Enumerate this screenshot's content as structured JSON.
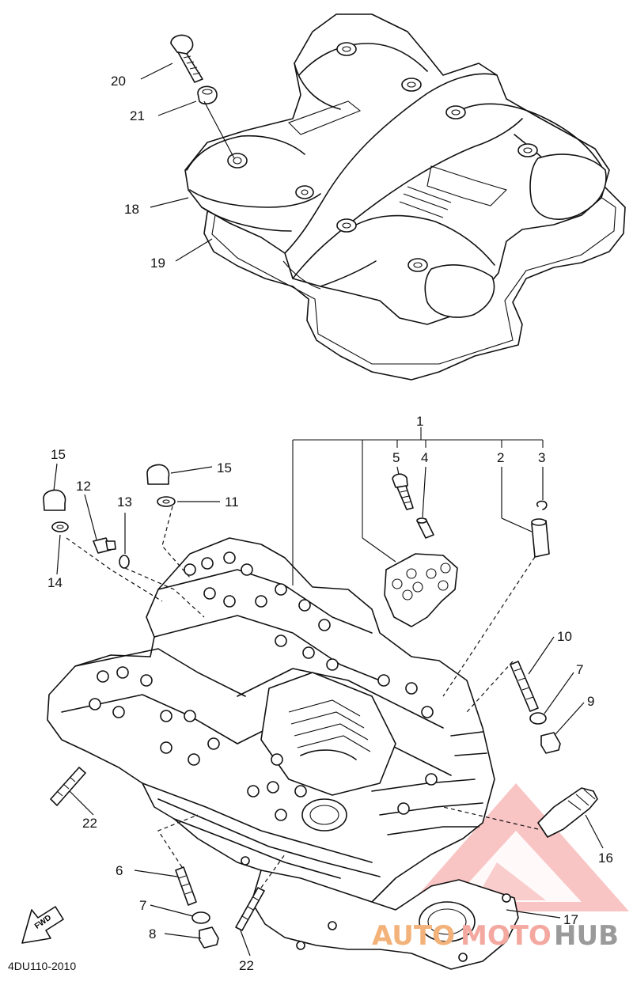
{
  "diagram": {
    "reference_code": "4DU110-2010",
    "fwd_label": "FWD",
    "watermark": {
      "part_a": "AUTO",
      "part_b": "MOTO",
      "part_c": "HUB",
      "colors": {
        "auto": "#f2b27a",
        "moto": "#f4a9a0",
        "hub": "#9a9a9a",
        "logo": "#f08080"
      }
    },
    "callouts": [
      {
        "id": "20",
        "label": "20"
      },
      {
        "id": "21",
        "label": "21"
      },
      {
        "id": "18",
        "label": "18"
      },
      {
        "id": "19",
        "label": "19"
      },
      {
        "id": "1",
        "label": "1"
      },
      {
        "id": "5",
        "label": "5"
      },
      {
        "id": "4",
        "label": "4"
      },
      {
        "id": "2",
        "label": "2"
      },
      {
        "id": "3",
        "label": "3"
      },
      {
        "id": "15a",
        "label": "15"
      },
      {
        "id": "15b",
        "label": "15"
      },
      {
        "id": "12",
        "label": "12"
      },
      {
        "id": "13",
        "label": "13"
      },
      {
        "id": "11",
        "label": "11"
      },
      {
        "id": "14",
        "label": "14"
      },
      {
        "id": "10",
        "label": "10"
      },
      {
        "id": "7a",
        "label": "7"
      },
      {
        "id": "9",
        "label": "9"
      },
      {
        "id": "22a",
        "label": "22"
      },
      {
        "id": "16",
        "label": "16"
      },
      {
        "id": "6",
        "label": "6"
      },
      {
        "id": "7b",
        "label": "7"
      },
      {
        "id": "8",
        "label": "8"
      },
      {
        "id": "17",
        "label": "17"
      },
      {
        "id": "22b",
        "label": "22"
      }
    ]
  }
}
